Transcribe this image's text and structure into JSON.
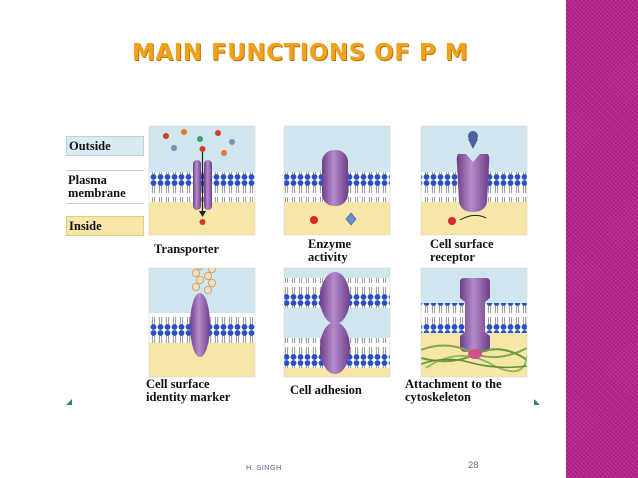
{
  "slide": {
    "title": "MAIN FUNCTIONS OF P M",
    "author": "H. SINGH",
    "page_number": "28"
  },
  "figure": {
    "side_labels": {
      "outside": "Outside",
      "plasma_membrane": [
        "Plasma",
        "membrane"
      ],
      "inside": "Inside"
    },
    "panels": [
      {
        "id": "transporter",
        "label": [
          "Transporter"
        ]
      },
      {
        "id": "enzyme-activity",
        "label": [
          "Enzyme",
          "activity"
        ]
      },
      {
        "id": "cell-surface-receptor",
        "label": [
          "Cell surface",
          "receptor"
        ]
      },
      {
        "id": "cell-surface-identity-marker",
        "label": [
          "Cell surface",
          "identity marker"
        ]
      },
      {
        "id": "cell-adhesion",
        "label": [
          "Cell adhesion"
        ]
      },
      {
        "id": "attachment-to-cytoskeleton",
        "label": [
          "Attachment to the",
          "cytoskeleton"
        ]
      }
    ]
  },
  "colors": {
    "title": "#f2a11c",
    "side_band": "#b5218e",
    "protein": "#8e5aa6",
    "outside_fluid": "#cfe6ee",
    "inside_fluid": "#f6e7a8",
    "phospholipid_head": "#2a4fc0",
    "tag_outside": "#d8ebf2",
    "tag_membrane": "#f2f2f2",
    "tag_inside": "#f6e7a8"
  }
}
